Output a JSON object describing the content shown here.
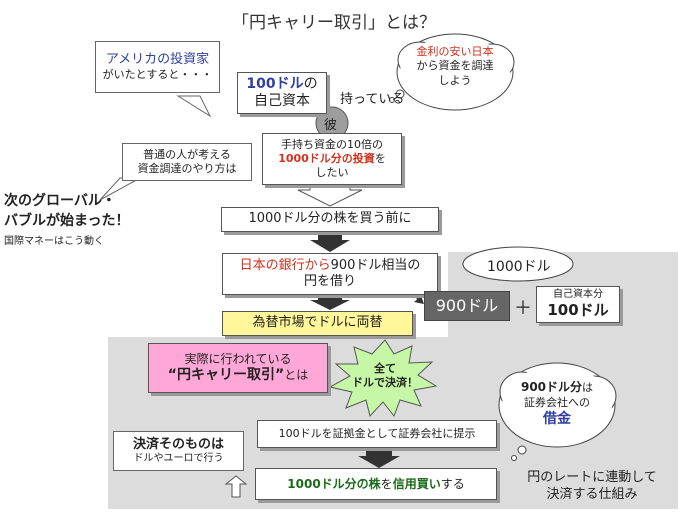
{
  "title": "「円キャリー取引」とは？",
  "investor": {
    "line1": "アメリカの投資家",
    "line2": "がいたとすると・・・"
  },
  "capital": {
    "amount": "100ドル",
    "suffix": "の",
    "line2": "自己資本"
  },
  "holding_label": "持っている",
  "he_label": "彼",
  "cloud_borrow": {
    "line1": "金利の安い日本",
    "line2": "から資金を調達",
    "line3": "しよう"
  },
  "ordinary": {
    "line1": "普通の人が考える",
    "line2": "資金調達のやり方は"
  },
  "investment": {
    "line1": "手持ち資金の10倍の",
    "line2_em": "1000ドル分の投資",
    "line2_tail": "を",
    "line3": "したい"
  },
  "side_heading": {
    "line1": "次のグローバル・",
    "line2": "バブルが始まった！",
    "sub": "国際マネーはこう動く"
  },
  "before_buy": "1000ドル分の株を買う前に",
  "bank_loan": {
    "line1_red": "日本の銀行から",
    "line1_tail": "900ドル相当の",
    "line2": "円を借り"
  },
  "label_1000": "1000ドル",
  "label_900": "900ドル",
  "plus_sign": "＋",
  "own_capital": {
    "line1": "自己資本分",
    "line2": "100ドル"
  },
  "exchange": "為替市場でドルに両替",
  "actual": {
    "line1": "実際に行われている",
    "line2": "“円キャリー取引”",
    "line2_tail": "とは"
  },
  "starburst": {
    "line1": "全て",
    "line2": "ドルで決済！"
  },
  "cloud_debt": {
    "line1": "900ドル分",
    "line1_tail": "は",
    "line2": "証券会社への",
    "line3": "借金"
  },
  "deposit": "100ドルを証拠金として証券会社に提示",
  "settlement": {
    "line1": "決済そのものは",
    "line2": "ドルやユーロで行う"
  },
  "margin_buy": {
    "part1": "1000ドル分の株",
    "part2": "を",
    "part3": "信用買い",
    "part4": "する"
  },
  "rate_link": {
    "line1": "円のレートに連動して",
    "line2": "決済する仕組み"
  }
}
